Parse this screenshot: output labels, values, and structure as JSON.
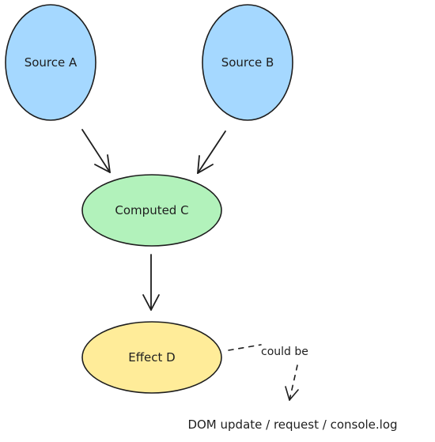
{
  "nodes": {
    "source_a": {
      "label": "Source A",
      "fill": "#a5d8ff"
    },
    "source_b": {
      "label": "Source B",
      "fill": "#a5d8ff"
    },
    "computed_c": {
      "label": "Computed C",
      "fill": "#b2f2bb"
    },
    "effect_d": {
      "label": "Effect D",
      "fill": "#ffec99"
    }
  },
  "annotation": {
    "note": "could be",
    "outcome": "DOM update / request / console.log"
  },
  "colors": {
    "stroke": "#1e1e1e"
  }
}
